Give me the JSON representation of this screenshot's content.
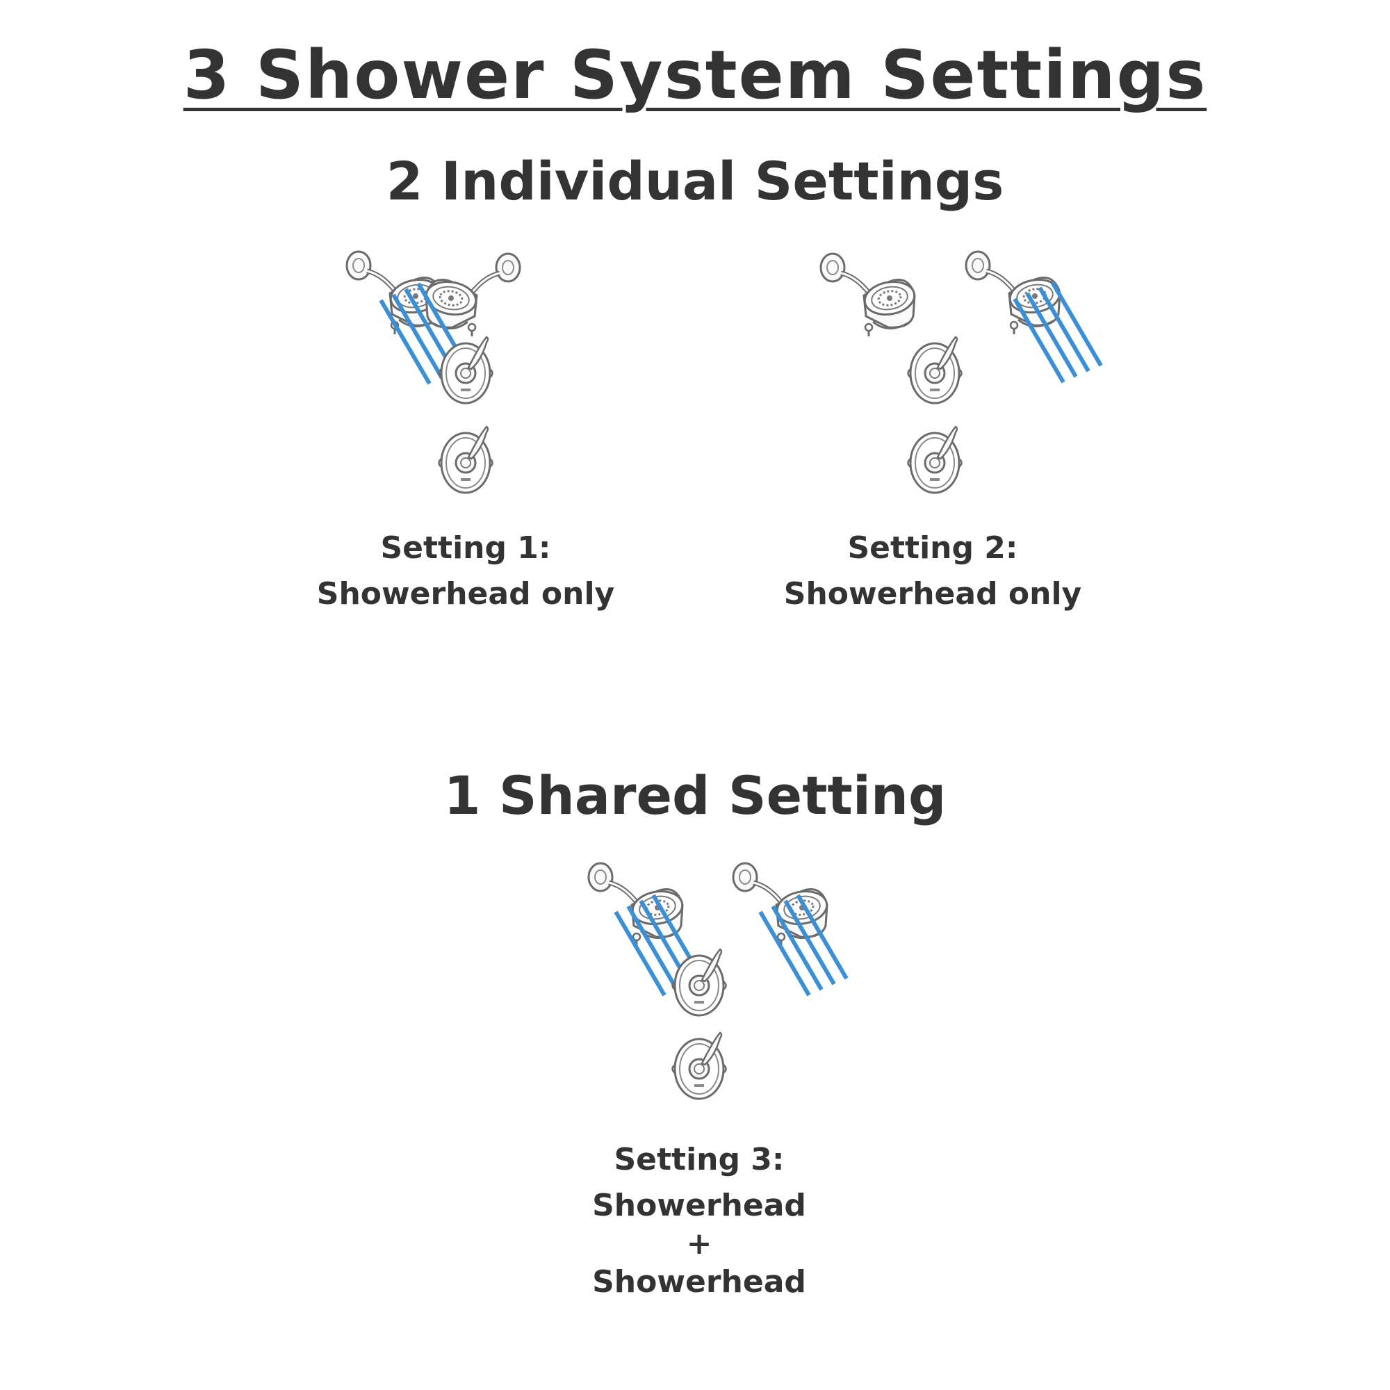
{
  "title": "3 Shower System Settings",
  "individual": {
    "heading": "2 Individual Settings",
    "settings": [
      {
        "label": "Setting 1:",
        "description": "Showerhead only"
      },
      {
        "label": "Setting 2:",
        "description": "Showerhead only"
      }
    ]
  },
  "shared": {
    "heading": "1 Shared Setting",
    "setting": {
      "label": "Setting 3:",
      "line1": "Showerhead",
      "plus": "+",
      "line2": "Showerhead"
    }
  },
  "colors": {
    "water": "#3a8fd6",
    "text": "#333333",
    "fixture": "#6b6b6b"
  },
  "icons": [
    "showerhead-icon",
    "valve-trim-icon",
    "water-spray-icon"
  ]
}
